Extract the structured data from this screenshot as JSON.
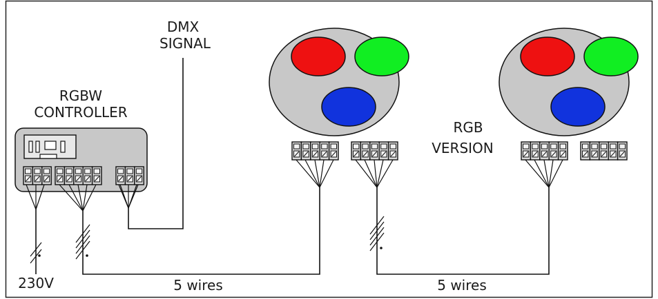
{
  "labels": {
    "dmx_signal_line1": "DMX",
    "dmx_signal_line2": "SIGNAL",
    "controller_line1": "RGBW",
    "controller_line2": "CONTROLLER",
    "version_line1": "RGB",
    "version_line2": "VERSION",
    "mains_voltage": "230V",
    "wires_count_1": "5 wires",
    "wires_count_2": "5 wires"
  },
  "colors": {
    "fixture_body": "#c8c8c8",
    "controller_body": "#c8c8c8",
    "led_red": "#ee1111",
    "led_green": "#11ee22",
    "led_blue": "#1133dd",
    "line": "#111111"
  }
}
